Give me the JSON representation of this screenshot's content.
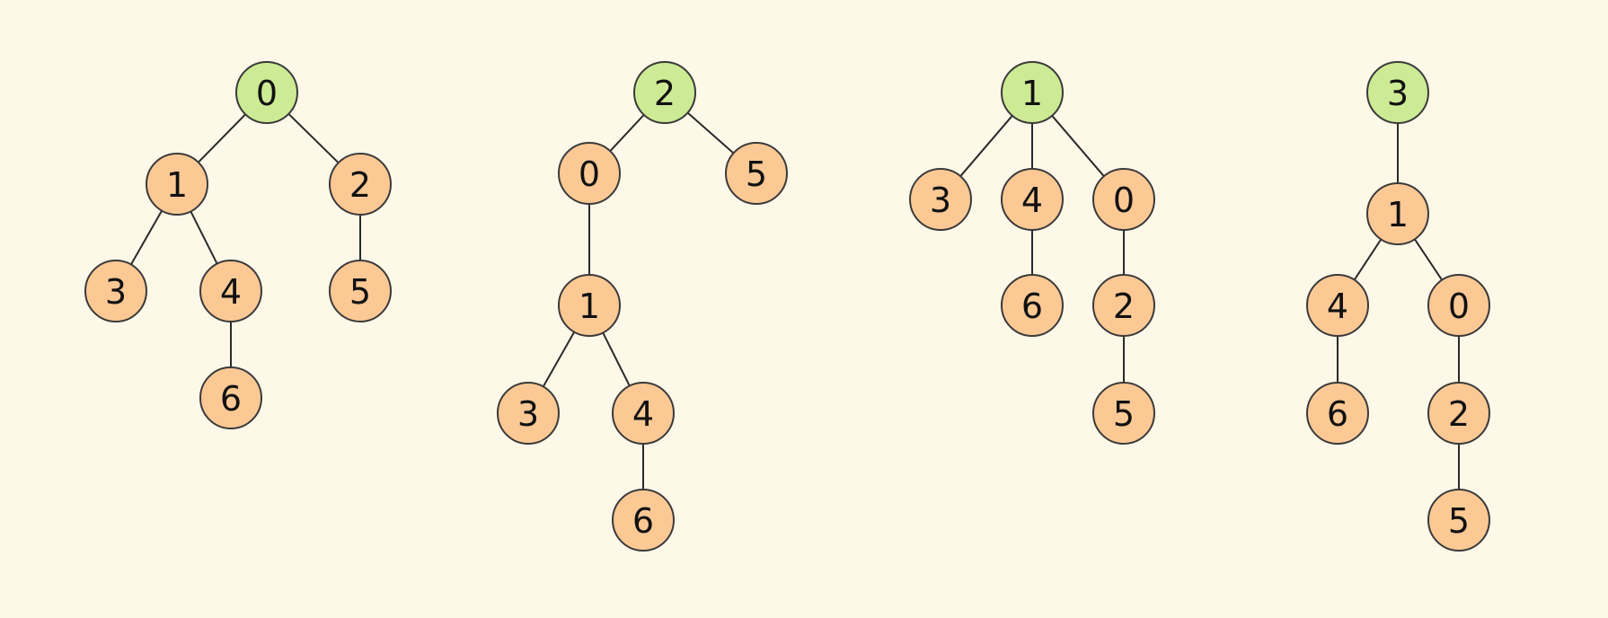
{
  "colors": {
    "background": "#fdf8e8",
    "root_fill": "#cdea94",
    "node_fill": "#fcc995",
    "stroke": "#3a3a3a"
  },
  "trees": [
    {
      "root": "0",
      "nodes": [
        "0",
        "1",
        "2",
        "3",
        "4",
        "6",
        "5"
      ],
      "edges": [
        [
          "0",
          "1"
        ],
        [
          "0",
          "2"
        ],
        [
          "1",
          "3"
        ],
        [
          "1",
          "4"
        ],
        [
          "4",
          "6"
        ],
        [
          "2",
          "5"
        ]
      ]
    },
    {
      "root": "2",
      "nodes": [
        "2",
        "0",
        "5",
        "1",
        "3",
        "4",
        "6"
      ],
      "edges": [
        [
          "2",
          "0"
        ],
        [
          "2",
          "5"
        ],
        [
          "0",
          "1"
        ],
        [
          "1",
          "3"
        ],
        [
          "1",
          "4"
        ],
        [
          "4",
          "6"
        ]
      ]
    },
    {
      "root": "1",
      "nodes": [
        "1",
        "3",
        "4",
        "0",
        "6",
        "2",
        "5"
      ],
      "edges": [
        [
          "1",
          "3"
        ],
        [
          "1",
          "4"
        ],
        [
          "1",
          "0"
        ],
        [
          "4",
          "6"
        ],
        [
          "0",
          "2"
        ],
        [
          "2",
          "5"
        ]
      ]
    },
    {
      "root": "3",
      "nodes": [
        "3",
        "1",
        "4",
        "0",
        "6",
        "2",
        "5"
      ],
      "edges": [
        [
          "3",
          "1"
        ],
        [
          "1",
          "4"
        ],
        [
          "1",
          "0"
        ],
        [
          "4",
          "6"
        ],
        [
          "0",
          "2"
        ],
        [
          "2",
          "5"
        ]
      ]
    }
  ]
}
